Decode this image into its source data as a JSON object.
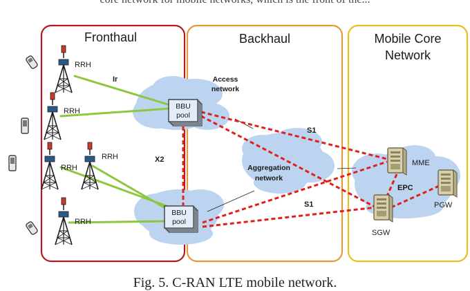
{
  "sections": {
    "fronthaul": {
      "title": "Fronthaul",
      "color": "#b5191f"
    },
    "backhaul": {
      "title": "Backhaul",
      "color": "#e39a3a"
    },
    "core": {
      "title_line1": "Mobile Core",
      "title_line2": "Network",
      "color": "#e8bf1c"
    }
  },
  "rrh_label": "RRH",
  "bbu_label_line1": "BBU",
  "bbu_label_line2": "pool",
  "link_labels": {
    "ir": "Ir",
    "x2": "X2",
    "s1_top": "S1",
    "s1_bottom": "S1"
  },
  "access_network": {
    "line1": "Access",
    "line2": "network"
  },
  "aggregation_network": {
    "line1": "Aggregation",
    "line2": "network"
  },
  "core_nodes": {
    "mme": "MME",
    "sgw": "SGW",
    "pgw": "PGW",
    "epc": "EPC"
  },
  "caption": "Fig. 5. C-RAN LTE mobile network.",
  "top_cut_text": "core network for mobile networks, which is the front of the...",
  "colors": {
    "cloud": "#bcd4ef",
    "fronthaul_link": "#8dc63f",
    "s1_link": "#e0201c",
    "tower": "#1c1c1c",
    "antenna": "#2b5a8a"
  }
}
